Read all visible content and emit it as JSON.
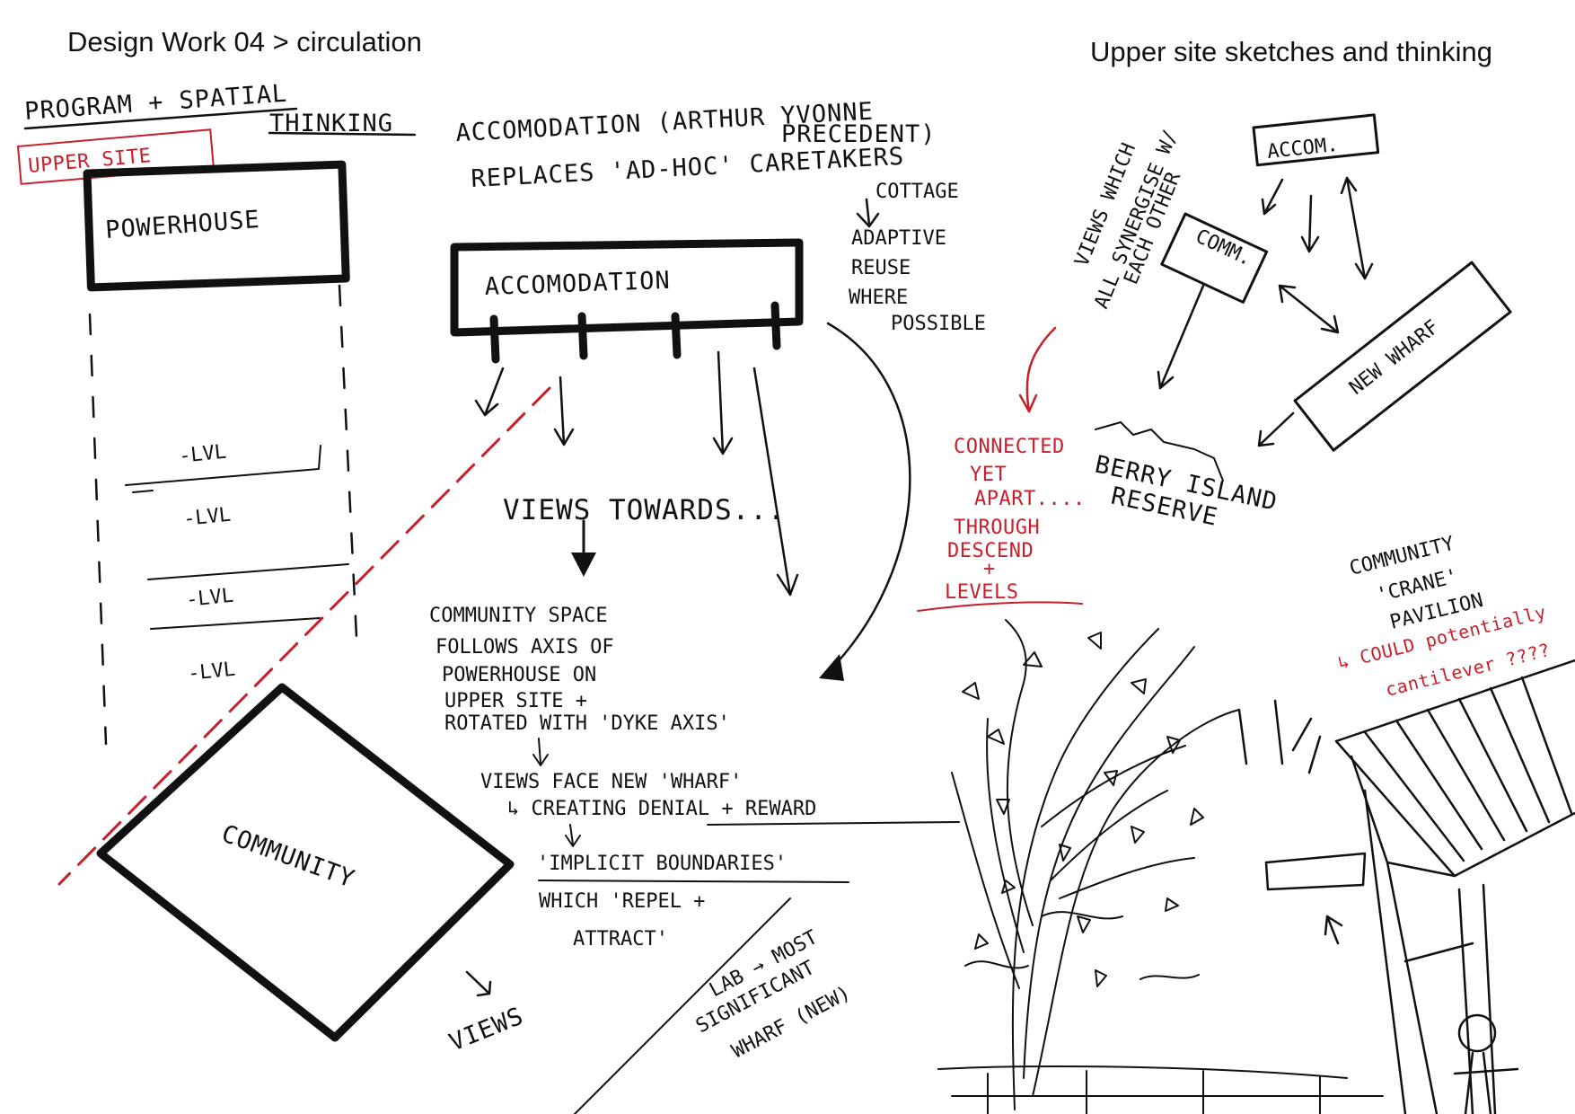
{
  "header": {
    "title_left": "Design Work 04 > circulation",
    "title_right": "Upper site sketches and thinking"
  },
  "notes": {
    "program_1": "PROGRAM + SPATIAL",
    "program_2": "THINKING",
    "upper_site": "UPPER SITE",
    "powerhouse": "POWERHOUSE",
    "lvl": "-LVL",
    "community": "COMMUNITY",
    "accom_note_1": "ACCOMODATION (ARTHUR YVONNE",
    "accom_note_2": "PRECEDENT)",
    "accom_note_3": "REPLACES 'AD-HOC' CARETAKERS",
    "accom_note_4": "COTTAGE",
    "adaptive_1": "ADAPTIVE",
    "adaptive_2": "REUSE",
    "adaptive_3": "WHERE",
    "adaptive_4": "POSSIBLE",
    "accommodation_box": "ACCOMODATION",
    "views_towards": "VIEWS TOWARDS...",
    "community_space_1": "COMMUNITY SPACE",
    "community_space_2": "FOLLOWS AXIS OF",
    "community_space_3": "POWERHOUSE ON",
    "community_space_4": "UPPER SITE +",
    "community_space_5": "ROTATED WITH 'DYKE AXIS'",
    "views_face_1": "VIEWS FACE NEW 'WHARF'",
    "views_face_2": "↳ CREATING DENIAL + REWARD",
    "implicit_1": "'IMPLICIT BOUNDARIES'",
    "implicit_2": "WHICH 'REPEL +",
    "implicit_3": "ATTRACT'",
    "views_small": "VIEWS",
    "lab_1": "LAB → MOST",
    "lab_2": "SIGNIFICANT",
    "lab_3": "WHARF (NEW)",
    "synergise_1": "VIEWS WHICH",
    "synergise_2": "ALL SYNERGISE W/",
    "synergise_3": "EACH OTHER",
    "accom_small": "ACCOM.",
    "comm_small": "COMM.",
    "new_wharf": "NEW WHARF",
    "connected_1": "CONNECTED",
    "connected_2": "YET",
    "connected_3": "APART....",
    "connected_4": "THROUGH",
    "connected_5": "DESCEND",
    "connected_6": "+",
    "connected_7": "LEVELS",
    "berry_1": "BERRY ISLAND",
    "berry_2": "RESERVE",
    "pavilion_1": "COMMUNITY",
    "pavilion_2": "'CRANE'",
    "pavilion_3": "PAVILION",
    "cantilever_1": "↳ COULD potentially",
    "cantilever_2": "cantilever ????"
  }
}
